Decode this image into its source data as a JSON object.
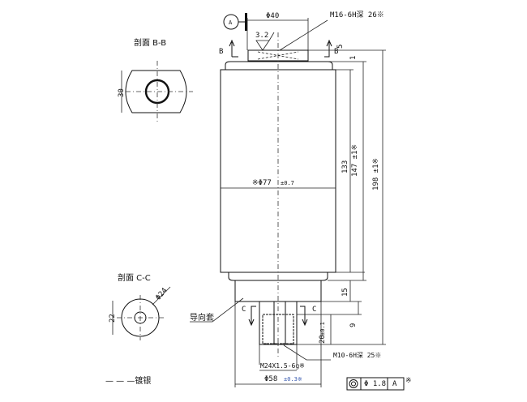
{
  "datum": {
    "label": "A"
  },
  "top": {
    "diameter_label": "Φ40",
    "thread_label": "M16-6H深 26※",
    "roughness": "3.2",
    "section_b": "B",
    "dim_5": "5",
    "dim_1": "1"
  },
  "body": {
    "diameter_label": "※Φ77",
    "diameter_tol": "±0.7",
    "dim_133": "133",
    "dim_147": "147 ±1※",
    "dim_198": "198 ±1※",
    "dim_15": "15",
    "dim_9": "9",
    "dim_20": "20",
    "dim_20_tol": "±0.1"
  },
  "bottom": {
    "section_c": "C",
    "guide_sleeve": "导向套",
    "thread_outer": "M24X1.5-6g※",
    "thread_inner": "M10-6H深 25※",
    "diameter_58": "Φ58",
    "diameter_58_tol": "±0.3※"
  },
  "section_bb": {
    "title": "剖面 B-B",
    "dim": "30"
  },
  "section_cc": {
    "title": "剖面 C-C",
    "dim": "22",
    "diameter": "Φ24"
  },
  "legend": {
    "label": "— — —镀银"
  },
  "tolerance_frame": {
    "symbol": "◎",
    "value": "Φ 1.8",
    "datum": "A",
    "note": "※"
  }
}
